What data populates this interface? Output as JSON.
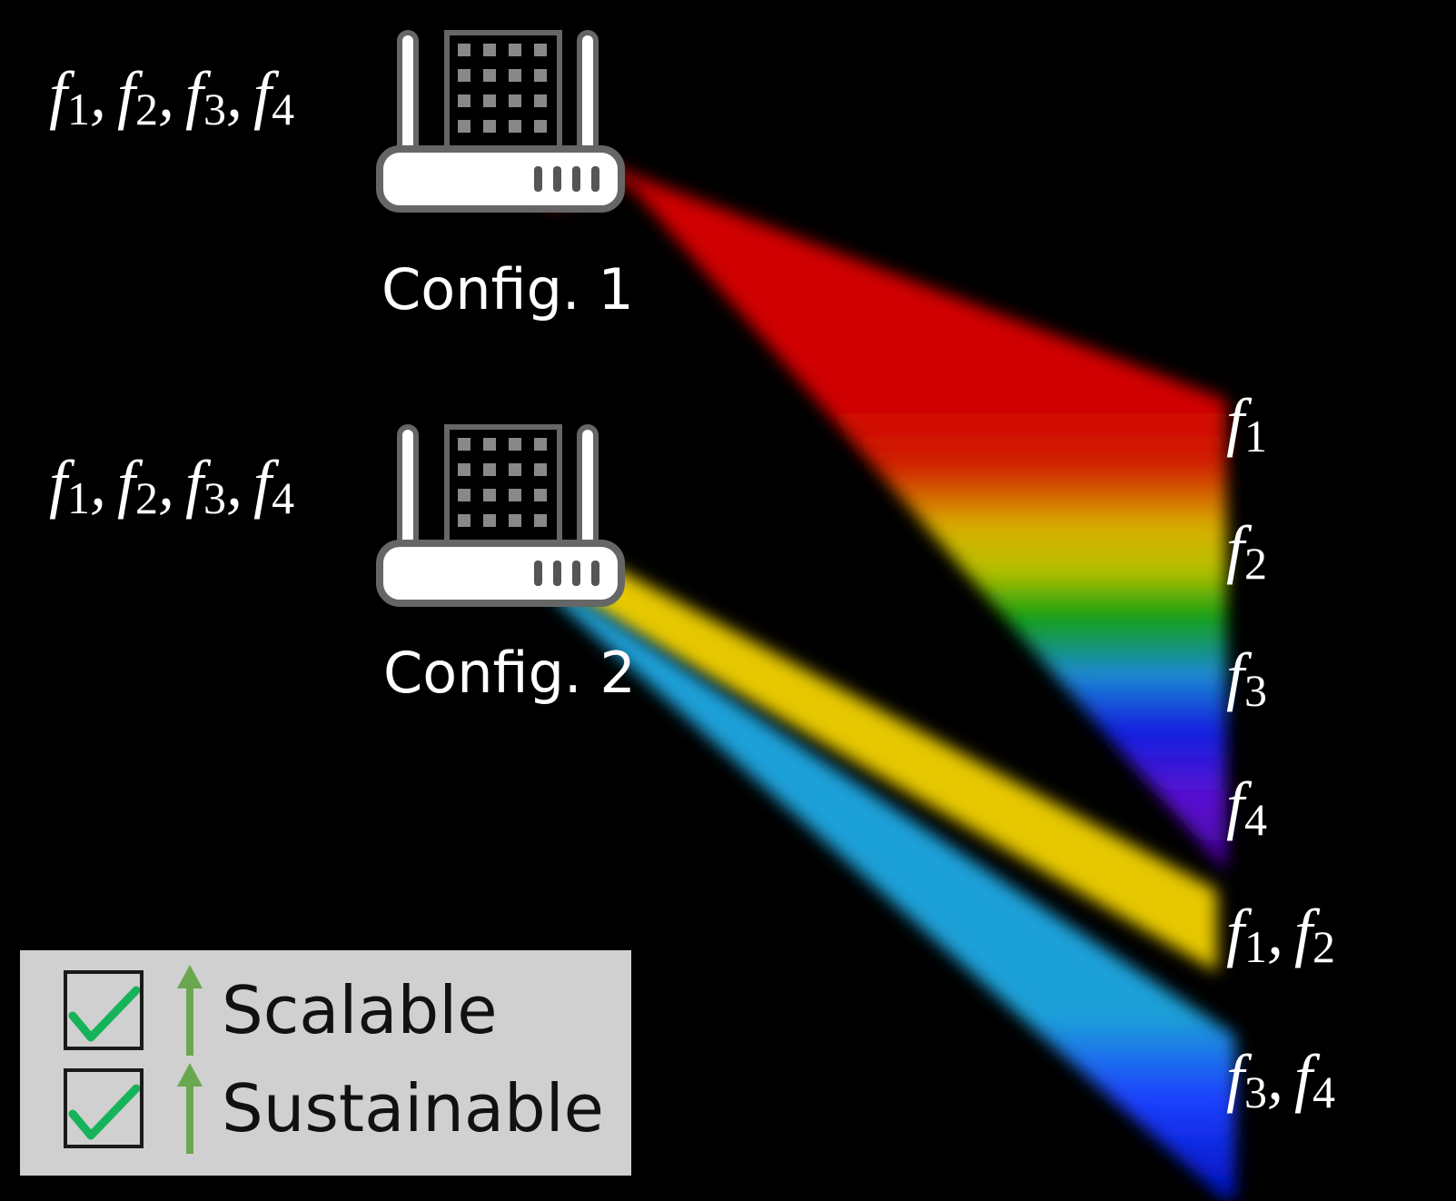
{
  "config1": {
    "label": "Config. 1",
    "input_freqs": [
      "1",
      "2",
      "3",
      "4"
    ]
  },
  "config2": {
    "label": "Config. 2",
    "input_freqs": [
      "1",
      "2",
      "3",
      "4"
    ]
  },
  "outputs_config1": [
    {
      "subs": [
        "1"
      ],
      "color": "#d00000"
    },
    {
      "subs": [
        "2"
      ],
      "color": "#d8c400"
    },
    {
      "subs": [
        "3"
      ],
      "color": "#1fa0d8"
    },
    {
      "subs": [
        "4"
      ],
      "color": "#6a00c8"
    }
  ],
  "outputs_config2": [
    {
      "subs": [
        "1",
        "2"
      ],
      "color": "#e6c800"
    },
    {
      "subs": [
        "3",
        "4"
      ],
      "color": "#1c3cff"
    }
  ],
  "freq_symbol": "f",
  "legend": {
    "items": [
      {
        "text": "Scalable",
        "checked": true,
        "trend": "up"
      },
      {
        "text": "Sustainable",
        "checked": true,
        "trend": "up"
      }
    ],
    "check_color": "#17b35a",
    "arrow_color": "#6aa84f"
  },
  "icons": [
    "router-icon",
    "fiber-input-line",
    "checkbox-icon",
    "arrow-up-icon"
  ]
}
